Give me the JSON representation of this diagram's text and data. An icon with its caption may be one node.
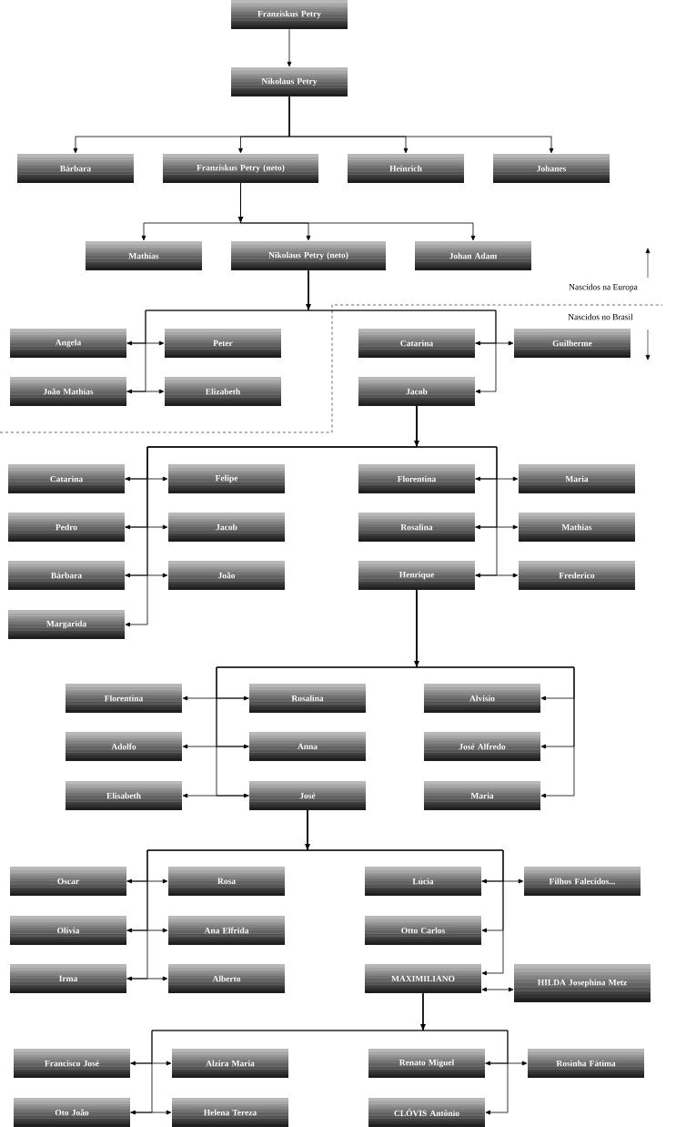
{
  "diagram": {
    "nodes": [
      {
        "text": [
          "Franziskus Petry"
        ]
      },
      {
        "text": [
          "Nikolaus Petry"
        ]
      },
      {
        "text": [
          "Bárbara"
        ]
      },
      {
        "text": [
          "Franziskus Petry (neto)"
        ]
      },
      {
        "text": [
          "Heinrich"
        ]
      },
      {
        "text": [
          "Johanes"
        ]
      },
      {
        "text": [
          "Mathias"
        ]
      },
      {
        "text": [
          "Nikolaus Petry (neto)"
        ]
      },
      {
        "text": [
          "Johan Adam"
        ]
      },
      {
        "text": [
          "Angela"
        ]
      },
      {
        "text": [
          "Peter"
        ]
      },
      {
        "text": [
          "João Mathias"
        ]
      },
      {
        "text": [
          "Elizabeth"
        ]
      },
      {
        "text": [
          "Catarina"
        ]
      },
      {
        "text": [
          "Guilherme"
        ]
      },
      {
        "text": [
          "Jacob"
        ]
      },
      {
        "text": [
          "Catarina"
        ]
      },
      {
        "text": [
          "Felipe"
        ]
      },
      {
        "text": [
          "Pedro"
        ]
      },
      {
        "text": [
          "Jacob"
        ]
      },
      {
        "text": [
          "Bárbara"
        ]
      },
      {
        "text": [
          "João"
        ]
      },
      {
        "text": [
          "Margarida"
        ]
      },
      {
        "text": [
          "Florentina"
        ]
      },
      {
        "text": [
          "Maria"
        ]
      },
      {
        "text": [
          "Rosalina"
        ]
      },
      {
        "text": [
          "Mathias"
        ]
      },
      {
        "text": [
          "Henrique"
        ]
      },
      {
        "text": [
          "Frederico"
        ]
      },
      {
        "text": [
          "Florentina"
        ]
      },
      {
        "text": [
          "Rosalina"
        ]
      },
      {
        "text": [
          "Alvisio"
        ]
      },
      {
        "text": [
          "Adolfo"
        ]
      },
      {
        "text": [
          "Anna"
        ]
      },
      {
        "text": [
          "José Alfredo"
        ]
      },
      {
        "text": [
          "Elisabeth"
        ]
      },
      {
        "text": [
          "José"
        ]
      },
      {
        "text": [
          "Maria"
        ]
      },
      {
        "text": [
          "Oscar"
        ]
      },
      {
        "text": [
          "Rosa"
        ]
      },
      {
        "text": [
          "Lúcia"
        ]
      },
      {
        "text": [
          "Filhos Falecidos..."
        ]
      },
      {
        "text": [
          "Olivia"
        ]
      },
      {
        "text": [
          "Ana Elfrida"
        ]
      },
      {
        "text": [
          "Otto Carlos"
        ]
      },
      {
        "text": [
          "Irma"
        ]
      },
      {
        "text": [
          "Alberto"
        ]
      },
      {
        "text": [
          "MAXIMILIANO"
        ]
      },
      {
        "text": [
          "HILDA Josephina Metz"
        ]
      },
      {
        "text": [
          "Francisco José"
        ]
      },
      {
        "text": [
          "Alzira Maria"
        ]
      },
      {
        "text": [
          "Renato Miguel"
        ]
      },
      {
        "text": [
          "Rosinha Fátima"
        ]
      },
      {
        "text": [
          "Oto João"
        ]
      },
      {
        "text": [
          "Helena Tereza"
        ]
      },
      {
        "text": [
          "CLÓVIS Antônio"
        ]
      }
    ],
    "edges": [
      {
        "from": 0,
        "to": 1,
        "arrow": "to"
      },
      {
        "from": 1,
        "to": 2,
        "arrow": "to"
      },
      {
        "from": 1,
        "to": 3,
        "arrow": "to"
      },
      {
        "from": 1,
        "to": 4,
        "arrow": "to"
      },
      {
        "from": 1,
        "to": 5,
        "arrow": "to"
      },
      {
        "from": 3,
        "to": 6,
        "arrow": "to"
      },
      {
        "from": 3,
        "to": 7,
        "arrow": "to"
      },
      {
        "from": 3,
        "to": 8,
        "arrow": "to"
      },
      {
        "from": 7,
        "to": 9,
        "arrow": "to"
      },
      {
        "from": 7,
        "to": 11,
        "arrow": "to"
      },
      {
        "from": 7,
        "to": 13,
        "arrow": "to"
      },
      {
        "from": 7,
        "to": 15,
        "arrow": "to"
      },
      {
        "from": 9,
        "to": 10,
        "arrow": "to"
      },
      {
        "from": 11,
        "to": 12,
        "arrow": "to"
      },
      {
        "from": 13,
        "to": 14,
        "arrow": "to"
      },
      {
        "from": 15,
        "to": 16,
        "arrow": "to"
      },
      {
        "from": 15,
        "to": 18,
        "arrow": "to"
      },
      {
        "from": 15,
        "to": 20,
        "arrow": "to"
      },
      {
        "from": 15,
        "to": 22,
        "arrow": "to"
      },
      {
        "from": 15,
        "to": 23,
        "arrow": "to"
      },
      {
        "from": 15,
        "to": 25,
        "arrow": "to"
      },
      {
        "from": 15,
        "to": 27,
        "arrow": "to"
      },
      {
        "from": 16,
        "to": 17,
        "arrow": "to"
      },
      {
        "from": 18,
        "to": 19,
        "arrow": "to"
      },
      {
        "from": 20,
        "to": 21,
        "arrow": "to"
      },
      {
        "from": 23,
        "to": 24,
        "arrow": "to"
      },
      {
        "from": 25,
        "to": 26,
        "arrow": "to"
      },
      {
        "from": 27,
        "to": 28,
        "arrow": "to"
      },
      {
        "from": 27,
        "to": 30,
        "arrow": "to"
      },
      {
        "from": 27,
        "to": 33,
        "arrow": "to"
      },
      {
        "from": 27,
        "to": 36,
        "arrow": "to"
      },
      {
        "from": 27,
        "to": 31,
        "arrow": "to"
      },
      {
        "from": 27,
        "to": 34,
        "arrow": "to"
      },
      {
        "from": 27,
        "to": 37,
        "arrow": "to"
      },
      {
        "from": 30,
        "to": 29,
        "arrow": "to"
      },
      {
        "from": 33,
        "to": 32,
        "arrow": "to"
      },
      {
        "from": 36,
        "to": 35,
        "arrow": "to"
      },
      {
        "from": 36,
        "to": 38,
        "arrow": "to"
      },
      {
        "from": 36,
        "to": 42,
        "arrow": "to"
      },
      {
        "from": 36,
        "to": 45,
        "arrow": "to"
      },
      {
        "from": 36,
        "to": 40,
        "arrow": "to"
      },
      {
        "from": 36,
        "to": 44,
        "arrow": "to"
      },
      {
        "from": 36,
        "to": 47,
        "arrow": "to"
      },
      {
        "from": 38,
        "to": 39,
        "arrow": "to"
      },
      {
        "from": 40,
        "to": 41,
        "arrow": "to"
      },
      {
        "from": 42,
        "to": 43,
        "arrow": "to"
      },
      {
        "from": 45,
        "to": 46,
        "arrow": "to"
      },
      {
        "from": 47,
        "to": 48,
        "arrow": "both"
      },
      {
        "from": 47,
        "to": 49,
        "arrow": "to"
      },
      {
        "from": 47,
        "to": 53,
        "arrow": "to"
      },
      {
        "from": 47,
        "to": 51,
        "arrow": "to"
      },
      {
        "from": 47,
        "to": 55,
        "arrow": "to"
      },
      {
        "from": 49,
        "to": 50,
        "arrow": "to"
      },
      {
        "from": 51,
        "to": 52,
        "arrow": "to"
      },
      {
        "from": 53,
        "to": 54,
        "arrow": "to"
      }
    ],
    "labels": [
      "Nascidos na Europa",
      "Nascidos no Brasil"
    ]
  }
}
